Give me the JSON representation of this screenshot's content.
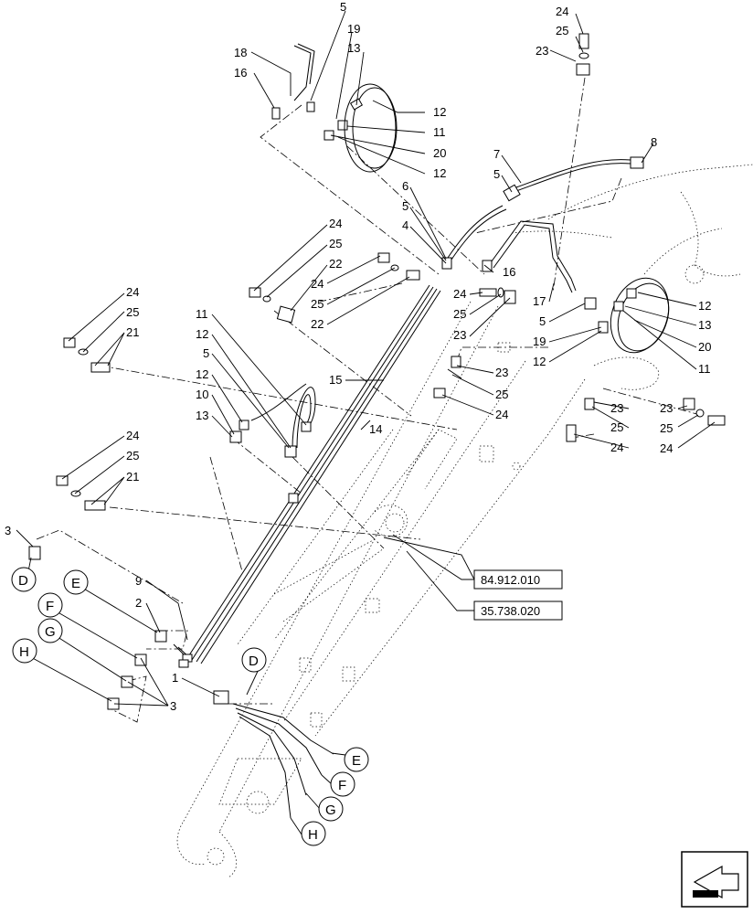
{
  "callouts": [
    {
      "id": "c24a",
      "text": "24"
    },
    {
      "id": "c25a",
      "text": "25"
    },
    {
      "id": "c23a",
      "text": "23"
    },
    {
      "id": "c5a",
      "text": "5"
    },
    {
      "id": "c19a",
      "text": "19"
    },
    {
      "id": "c13a",
      "text": "13"
    },
    {
      "id": "c18",
      "text": "18"
    },
    {
      "id": "c16a",
      "text": "16"
    },
    {
      "id": "c12a",
      "text": "12"
    },
    {
      "id": "c11a",
      "text": "11"
    },
    {
      "id": "c20a",
      "text": "20"
    },
    {
      "id": "c12b",
      "text": "12"
    },
    {
      "id": "c7",
      "text": "7"
    },
    {
      "id": "c8",
      "text": "8"
    },
    {
      "id": "c5b",
      "text": "5"
    },
    {
      "id": "c6",
      "text": "6"
    },
    {
      "id": "c5c",
      "text": "5"
    },
    {
      "id": "c4",
      "text": "4"
    },
    {
      "id": "c16b",
      "text": "16"
    },
    {
      "id": "c24b",
      "text": "24"
    },
    {
      "id": "c25b",
      "text": "25"
    },
    {
      "id": "c22a",
      "text": "22"
    },
    {
      "id": "c24c",
      "text": "24"
    },
    {
      "id": "c25c",
      "text": "25"
    },
    {
      "id": "c22b",
      "text": "22"
    },
    {
      "id": "c24d",
      "text": "24"
    },
    {
      "id": "c25d",
      "text": "25"
    },
    {
      "id": "c23b",
      "text": "23"
    },
    {
      "id": "c24e",
      "text": "24"
    },
    {
      "id": "c25e",
      "text": "25"
    },
    {
      "id": "c21a",
      "text": "21"
    },
    {
      "id": "c11b",
      "text": "11"
    },
    {
      "id": "c12c",
      "text": "12"
    },
    {
      "id": "c5d",
      "text": "5"
    },
    {
      "id": "c12d",
      "text": "12"
    },
    {
      "id": "c10",
      "text": "10"
    },
    {
      "id": "c13b",
      "text": "13"
    },
    {
      "id": "c15",
      "text": "15"
    },
    {
      "id": "c14",
      "text": "14"
    },
    {
      "id": "c17",
      "text": "17"
    },
    {
      "id": "c5e",
      "text": "5"
    },
    {
      "id": "c19b",
      "text": "19"
    },
    {
      "id": "c12e",
      "text": "12"
    },
    {
      "id": "c12f",
      "text": "12"
    },
    {
      "id": "c13c",
      "text": "13"
    },
    {
      "id": "c20b",
      "text": "20"
    },
    {
      "id": "c11c",
      "text": "11"
    },
    {
      "id": "c23c",
      "text": "23"
    },
    {
      "id": "c25f",
      "text": "25"
    },
    {
      "id": "c24f",
      "text": "24"
    },
    {
      "id": "c23d",
      "text": "23"
    },
    {
      "id": "c23e",
      "text": "23"
    },
    {
      "id": "c25g",
      "text": "25"
    },
    {
      "id": "c24g",
      "text": "24"
    },
    {
      "id": "c24h",
      "text": "24"
    },
    {
      "id": "c25h",
      "text": "25"
    },
    {
      "id": "c21b",
      "text": "21"
    },
    {
      "id": "c3a",
      "text": "3"
    },
    {
      "id": "c9",
      "text": "9"
    },
    {
      "id": "c2",
      "text": "2"
    },
    {
      "id": "c1",
      "text": "1"
    },
    {
      "id": "c3b",
      "text": "3"
    }
  ],
  "connectors": {
    "D": "D",
    "E": "E",
    "F": "F",
    "G": "G",
    "H": "H"
  },
  "references": {
    "ref1": "84.912.010",
    "ref2": "35.738.020"
  },
  "nav_icon": "previous-page-arrow-icon"
}
